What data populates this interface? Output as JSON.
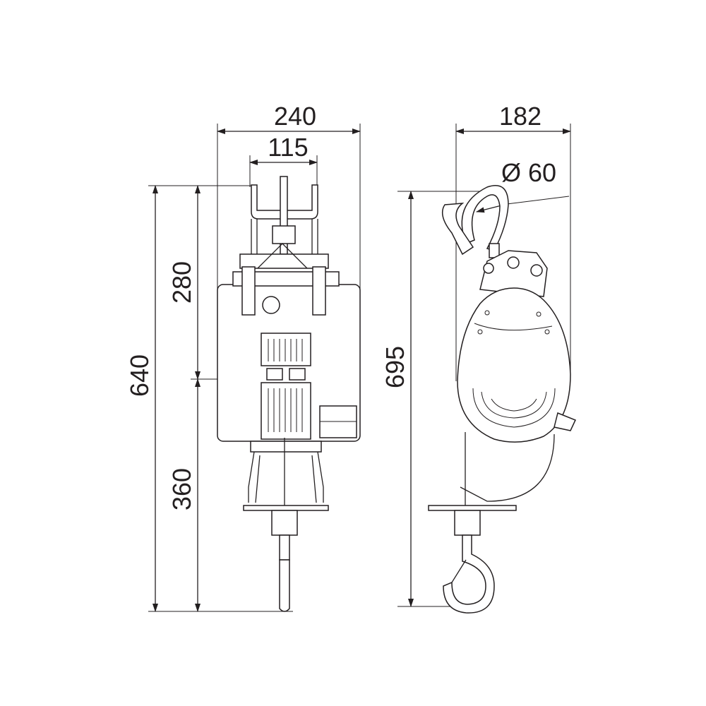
{
  "front_view": {
    "width_overall": "240",
    "width_hanger": "115",
    "height_total": "640",
    "height_upper": "280",
    "height_lower": "360"
  },
  "side_view": {
    "depth_overall": "182",
    "hook_diameter_label": "Ø 60",
    "height_total": "695"
  },
  "colors": {
    "line": "#231f20",
    "background": "#ffffff"
  }
}
